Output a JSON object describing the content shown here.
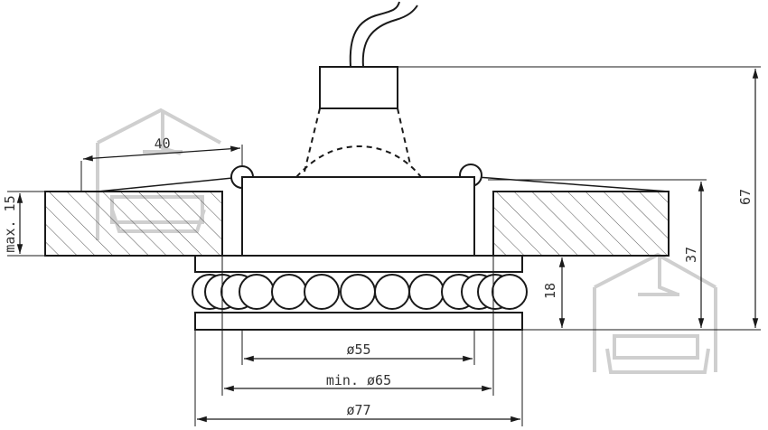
{
  "colors": {
    "stroke": "#1a1a1a",
    "text": "#333333",
    "hatch": "#444444",
    "watermark": "#cfcfcf",
    "background": "#ffffff"
  },
  "dimensions": {
    "fixing_span": "40",
    "ceiling_thickness": "max. 15",
    "total_height": "67",
    "height_below_wire": "37",
    "ring_height": "18",
    "inner_diameter": "ø55",
    "cutout_diameter": "min. ø65",
    "outer_diameter": "ø77"
  },
  "watermark": {
    "icon": "house-sofa-lamp-icon"
  }
}
